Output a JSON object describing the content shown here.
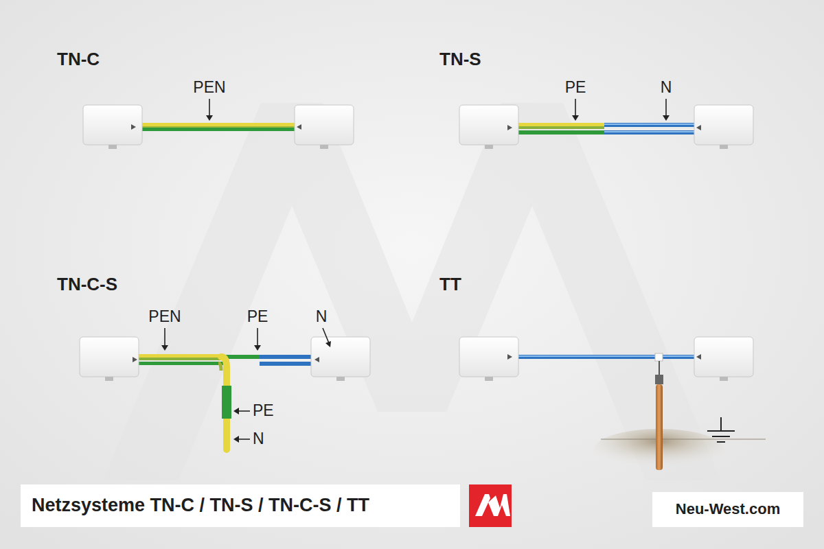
{
  "diagram": {
    "title": "Netzsysteme TN-C / TN-S / TN-C-S / TT",
    "labels": [
      "TN-C",
      "PEN",
      "TN-S",
      "PE",
      "N",
      "TN-C-S",
      "PEN",
      "PE",
      "N",
      "PE",
      "N",
      "TT",
      "Neu-West.com"
    ]
  }
}
